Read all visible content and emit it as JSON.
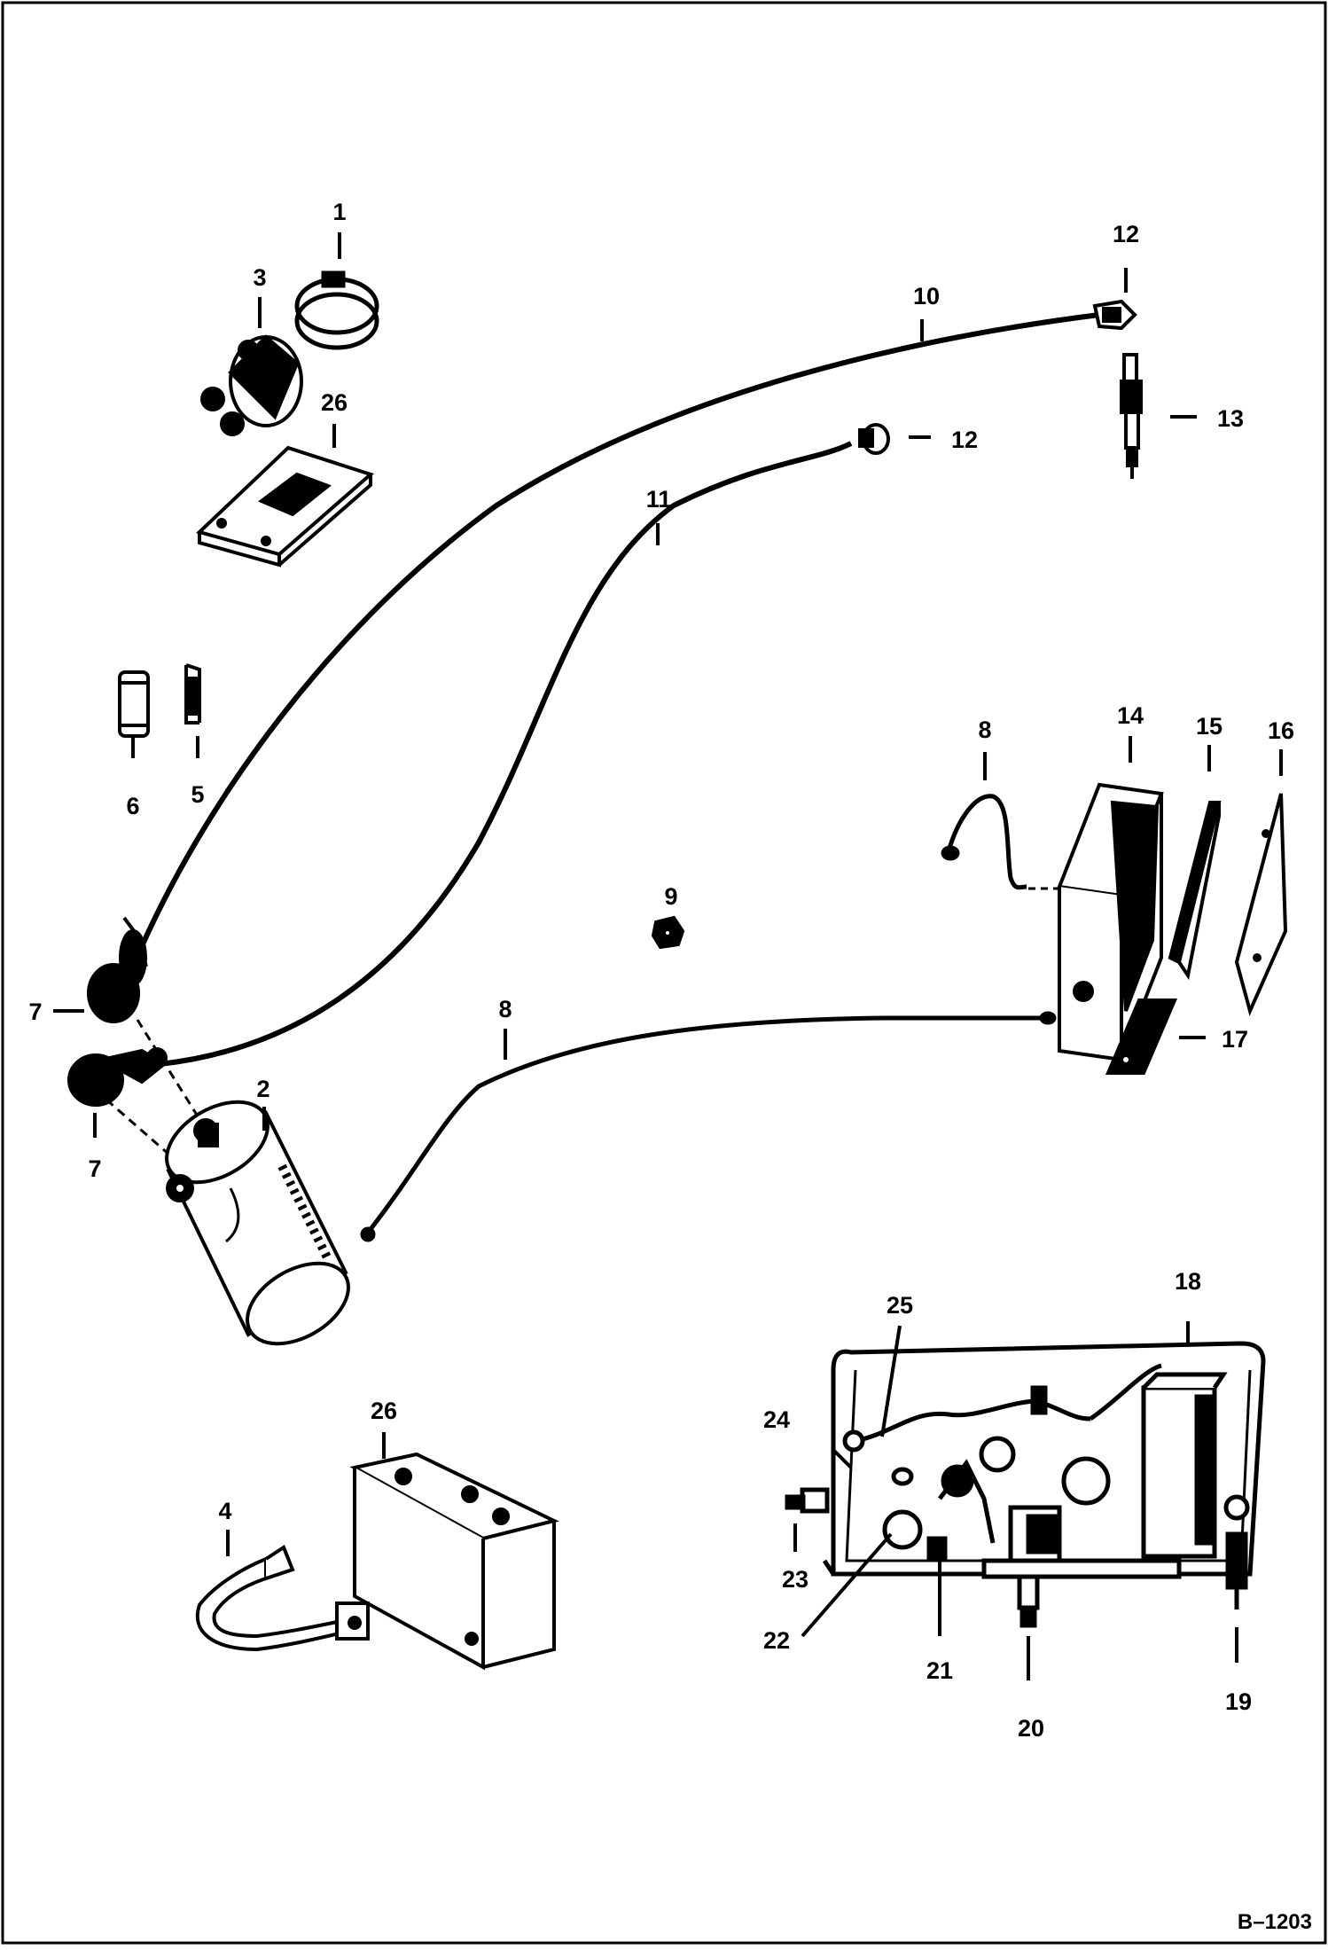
{
  "diagram": {
    "figure_code": "B–1203",
    "callouts": {
      "c1": "1",
      "c2": "2",
      "c3": "3",
      "c4": "4",
      "c5": "5",
      "c6": "6",
      "c7a": "7",
      "c7b": "7",
      "c8a": "8",
      "c8b": "8",
      "c9": "9",
      "c10": "10",
      "c11": "11",
      "c12a": "12",
      "c12b": "12",
      "c13": "13",
      "c14": "14",
      "c15": "15",
      "c16": "16",
      "c17": "17",
      "c18": "18",
      "c19": "19",
      "c20": "20",
      "c21": "21",
      "c22": "22",
      "c23": "23",
      "c24": "24",
      "c25": "25",
      "c26a": "26",
      "c26b": "26"
    }
  }
}
